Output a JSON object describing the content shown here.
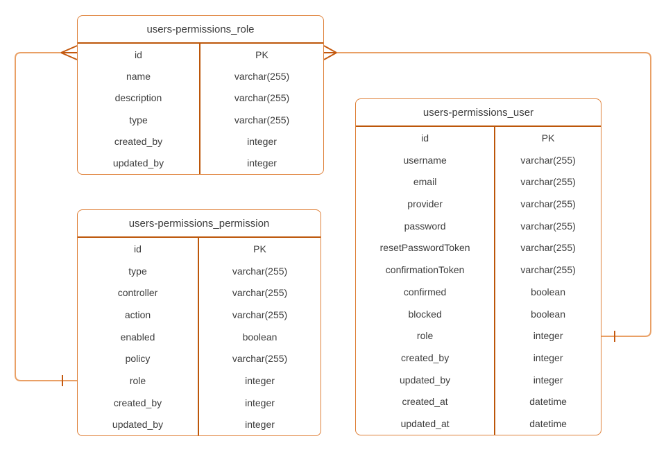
{
  "diagram": {
    "colors": {
      "table_border": "#de7e35",
      "table_inner_line": "#bc5609",
      "connector_line": "#e9a066",
      "connector_marker": "#c4590f",
      "text": "#3c3c3c",
      "background": "#ffffff"
    },
    "tables": [
      {
        "title": "users-permissions_role",
        "rows": [
          {
            "field": "id",
            "type": "PK"
          },
          {
            "field": "name",
            "type": "varchar(255)"
          },
          {
            "field": "description",
            "type": "varchar(255)"
          },
          {
            "field": "type",
            "type": "varchar(255)"
          },
          {
            "field": "created_by",
            "type": "integer"
          },
          {
            "field": "updated_by",
            "type": "integer"
          }
        ]
      },
      {
        "title": "users-permissions_permission",
        "rows": [
          {
            "field": "id",
            "type": "PK"
          },
          {
            "field": "type",
            "type": "varchar(255)"
          },
          {
            "field": "controller",
            "type": "varchar(255)"
          },
          {
            "field": "action",
            "type": "varchar(255)"
          },
          {
            "field": "enabled",
            "type": "boolean"
          },
          {
            "field": "policy",
            "type": "varchar(255)"
          },
          {
            "field": "role",
            "type": "integer"
          },
          {
            "field": "created_by",
            "type": "integer"
          },
          {
            "field": "updated_by",
            "type": "integer"
          }
        ]
      },
      {
        "title": "users-permissions_user",
        "rows": [
          {
            "field": "id",
            "type": "PK"
          },
          {
            "field": "username",
            "type": "varchar(255)"
          },
          {
            "field": "email",
            "type": "varchar(255)"
          },
          {
            "field": "provider",
            "type": "varchar(255)"
          },
          {
            "field": "password",
            "type": "varchar(255)"
          },
          {
            "field": "resetPasswordToken",
            "type": "varchar(255)"
          },
          {
            "field": "confirmationToken",
            "type": "varchar(255)"
          },
          {
            "field": "confirmed",
            "type": "boolean"
          },
          {
            "field": "blocked",
            "type": "boolean"
          },
          {
            "field": "role",
            "type": "integer"
          },
          {
            "field": "created_by",
            "type": "integer"
          },
          {
            "field": "updated_by",
            "type": "integer"
          },
          {
            "field": "created_at",
            "type": "datetime"
          },
          {
            "field": "updated_at",
            "type": "datetime"
          }
        ]
      }
    ],
    "relationships": [
      {
        "from": "users-permissions_permission.role",
        "to": "users-permissions_role.id",
        "from_cardinality": "one",
        "to_cardinality": "many"
      },
      {
        "from": "users-permissions_user.role",
        "to": "users-permissions_role.id",
        "from_cardinality": "one",
        "to_cardinality": "many"
      }
    ]
  }
}
